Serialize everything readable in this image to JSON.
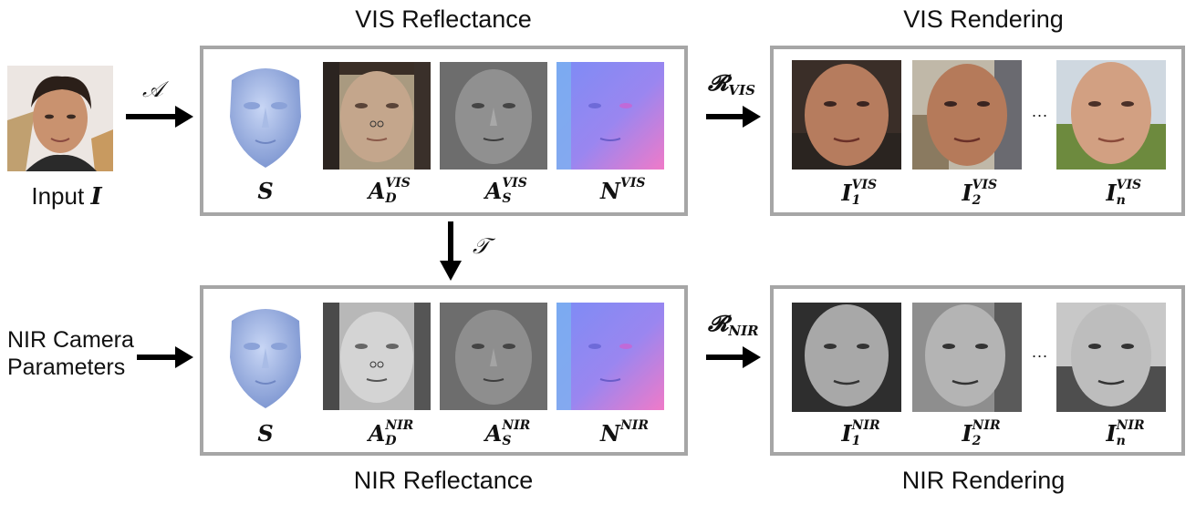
{
  "titles": {
    "vis_reflectance": "VIS Reflectance",
    "vis_rendering": "VIS Rendering",
    "nir_reflectance": "NIR Reflectance",
    "nir_rendering": "NIR Rendering"
  },
  "input": {
    "label_text": "Input",
    "label_symbol": "I"
  },
  "nir_camera": {
    "line1": "NIR Camera",
    "line2": "Parameters"
  },
  "operators": {
    "A": "𝒜",
    "T": "𝒯",
    "R_vis_main": "𝓡",
    "R_vis_sub": "VIS",
    "R_nir_main": "𝓡",
    "R_nir_sub": "NIR"
  },
  "vis_reflectance_labels": {
    "S": "S",
    "AD_main": "A",
    "AD_sup": "VIS",
    "AD_sub": "D",
    "AS_main": "A",
    "AS_sup": "VIS",
    "AS_sub": "S",
    "N_main": "N",
    "N_sup": "VIS"
  },
  "nir_reflectance_labels": {
    "S": "S",
    "AD_main": "A",
    "AD_sup": "NIR",
    "AD_sub": "D",
    "AS_main": "A",
    "AS_sup": "NIR",
    "AS_sub": "S",
    "N_main": "N",
    "N_sup": "NIR"
  },
  "vis_rendering_labels": {
    "I1_main": "I",
    "I1_sup": "VIS",
    "I1_sub": "1",
    "I2_main": "I",
    "I2_sup": "VIS",
    "I2_sub": "2",
    "In_main": "I",
    "In_sup": "VIS",
    "In_sub": "n",
    "dots": "..."
  },
  "nir_rendering_labels": {
    "I1_main": "I",
    "I1_sup": "NIR",
    "I1_sub": "1",
    "I2_main": "I",
    "I2_sup": "NIR",
    "I2_sub": "2",
    "In_main": "I",
    "In_sup": "NIR",
    "In_sub": "n",
    "dots": "..."
  }
}
